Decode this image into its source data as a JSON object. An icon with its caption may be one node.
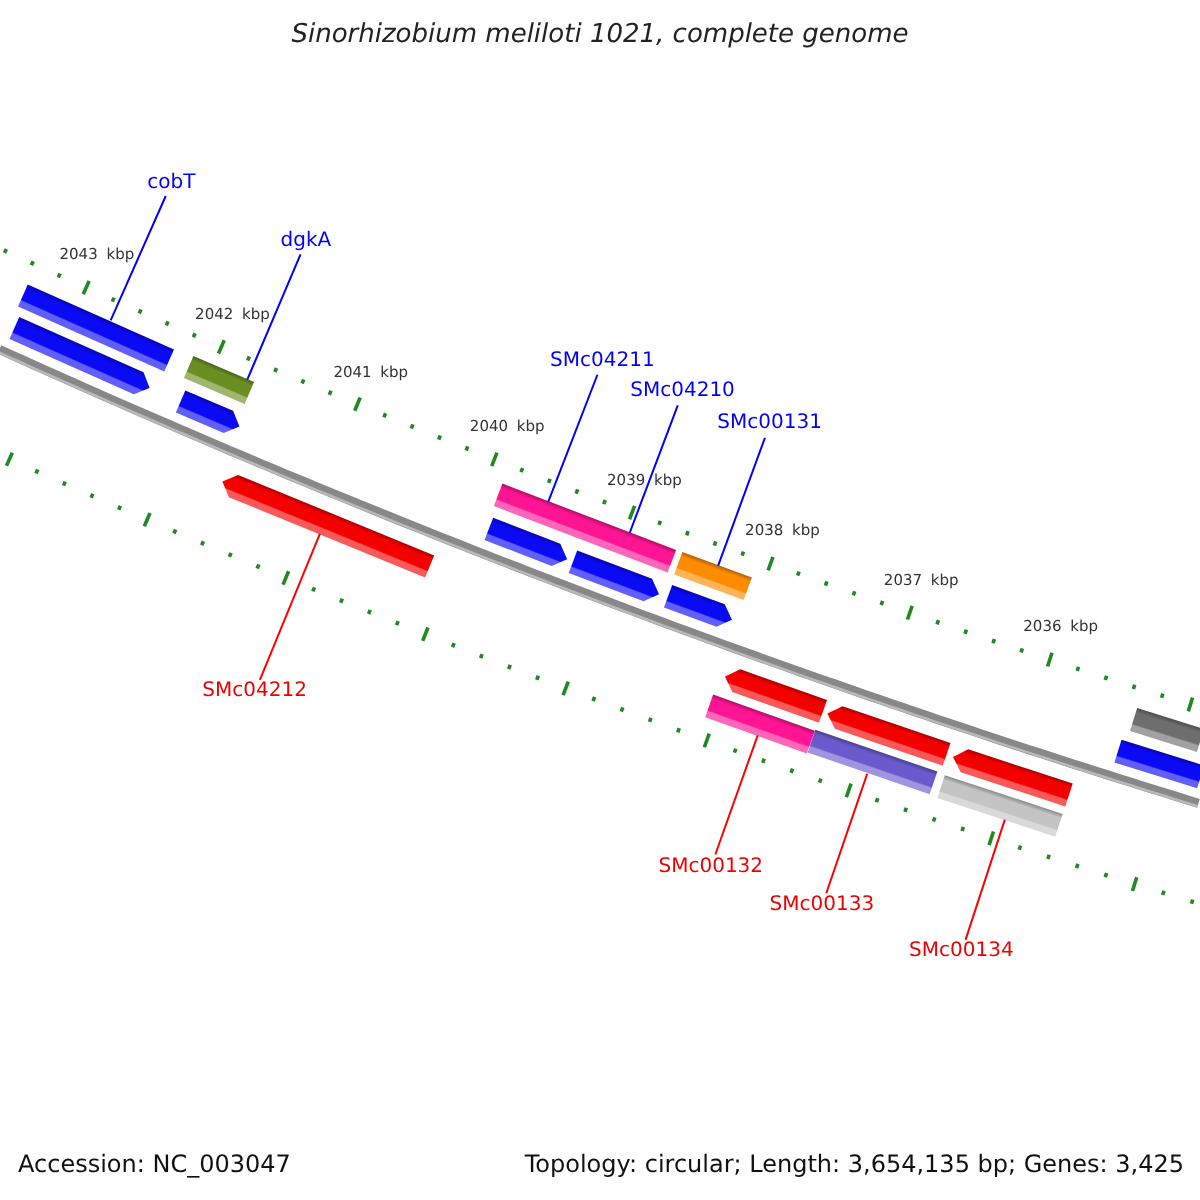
{
  "diagram": {
    "title": "Sinorhizobium meliloti 1021, complete genome",
    "nodes": [
      {
        "text": [
          "cobT"
        ]
      },
      {
        "text": [
          "dgkA"
        ]
      },
      {
        "text": [
          "SMc04211"
        ]
      },
      {
        "text": [
          "SMc04210"
        ]
      },
      {
        "text": [
          "SMc00131"
        ]
      },
      {
        "text": [],
        "shape": "bar"
      },
      {
        "text": [],
        "shape": "pentagon"
      },
      {
        "text": [],
        "shape": "bar"
      },
      {
        "text": [],
        "shape": "pentagon"
      },
      {
        "text": [],
        "shape": "pentagon"
      },
      {
        "text": [],
        "shape": "bar"
      },
      {
        "text": [],
        "shape": "pentagon"
      },
      {
        "text": [],
        "shape": "pentagon"
      },
      {
        "text": [],
        "shape": "bar"
      },
      {
        "text": [],
        "shape": "pentagon"
      },
      {
        "text": [],
        "shape": "pentagon"
      },
      {
        "text": [],
        "shape": "bar"
      },
      {
        "text": [],
        "shape": "pentagon"
      },
      {
        "text": [],
        "shape": "bar"
      },
      {
        "text": [],
        "shape": "pentagon"
      },
      {
        "text": [],
        "shape": "bar"
      },
      {
        "text": [],
        "shape": "bar"
      },
      {
        "text": [],
        "shape": "bar"
      },
      {
        "text": [
          "SMc04212"
        ]
      },
      {
        "text": [
          "SMc00132"
        ]
      },
      {
        "text": [
          "SMc00133"
        ]
      },
      {
        "text": [
          "SMc00134"
        ]
      }
    ],
    "edges": [
      {
        "from": 0,
        "to": 5,
        "arrow": "none"
      },
      {
        "from": 1,
        "to": 7,
        "arrow": "none"
      },
      {
        "from": 2,
        "to": 10,
        "arrow": "none"
      },
      {
        "from": 3,
        "to": 10,
        "arrow": "none"
      },
      {
        "from": 4,
        "to": 13,
        "arrow": "none"
      },
      {
        "from": 23,
        "to": 9,
        "arrow": "none",
        "color": "#ff0000"
      },
      {
        "from": 24,
        "to": 16,
        "arrow": "none",
        "color": "#ff0000"
      },
      {
        "from": 25,
        "to": 18,
        "arrow": "none",
        "color": "#ff0000"
      },
      {
        "from": 26,
        "to": 20,
        "arrow": "none",
        "color": "#ff0000"
      }
    ],
    "labels": [
      "2043 kbp",
      "2042 kbp",
      "2041 kbp",
      "2040 kbp",
      "2039 kbp",
      "2038 kbp",
      "2037 kbp",
      "2036 kbp",
      "Accession: NC_003047",
      "Topology: circular; Length: 3,654,135 bp; Genes: 3,425"
    ]
  }
}
